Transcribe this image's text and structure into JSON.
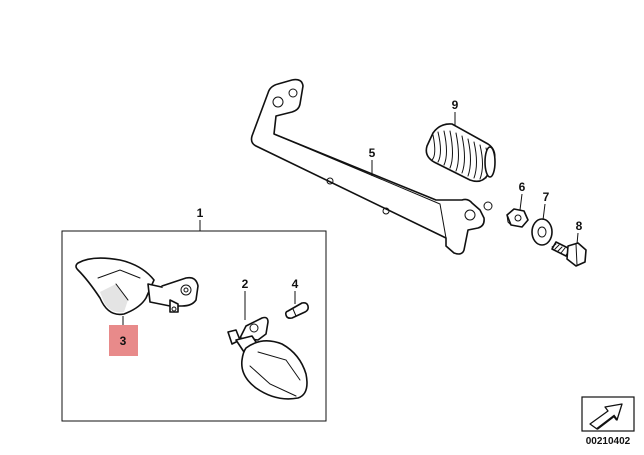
{
  "diagram": {
    "callouts": [
      {
        "id": "c1",
        "label": "1"
      },
      {
        "id": "c2",
        "label": "2"
      },
      {
        "id": "c3",
        "label": "3",
        "highlight_color": "#e88a8a"
      },
      {
        "id": "c4",
        "label": "4"
      },
      {
        "id": "c5",
        "label": "5"
      },
      {
        "id": "c6",
        "label": "6"
      },
      {
        "id": "c7",
        "label": "7"
      },
      {
        "id": "c8",
        "label": "8"
      },
      {
        "id": "c9",
        "label": "9"
      }
    ],
    "reference_number": "00210402",
    "corner_icon": "arrow-icon"
  }
}
